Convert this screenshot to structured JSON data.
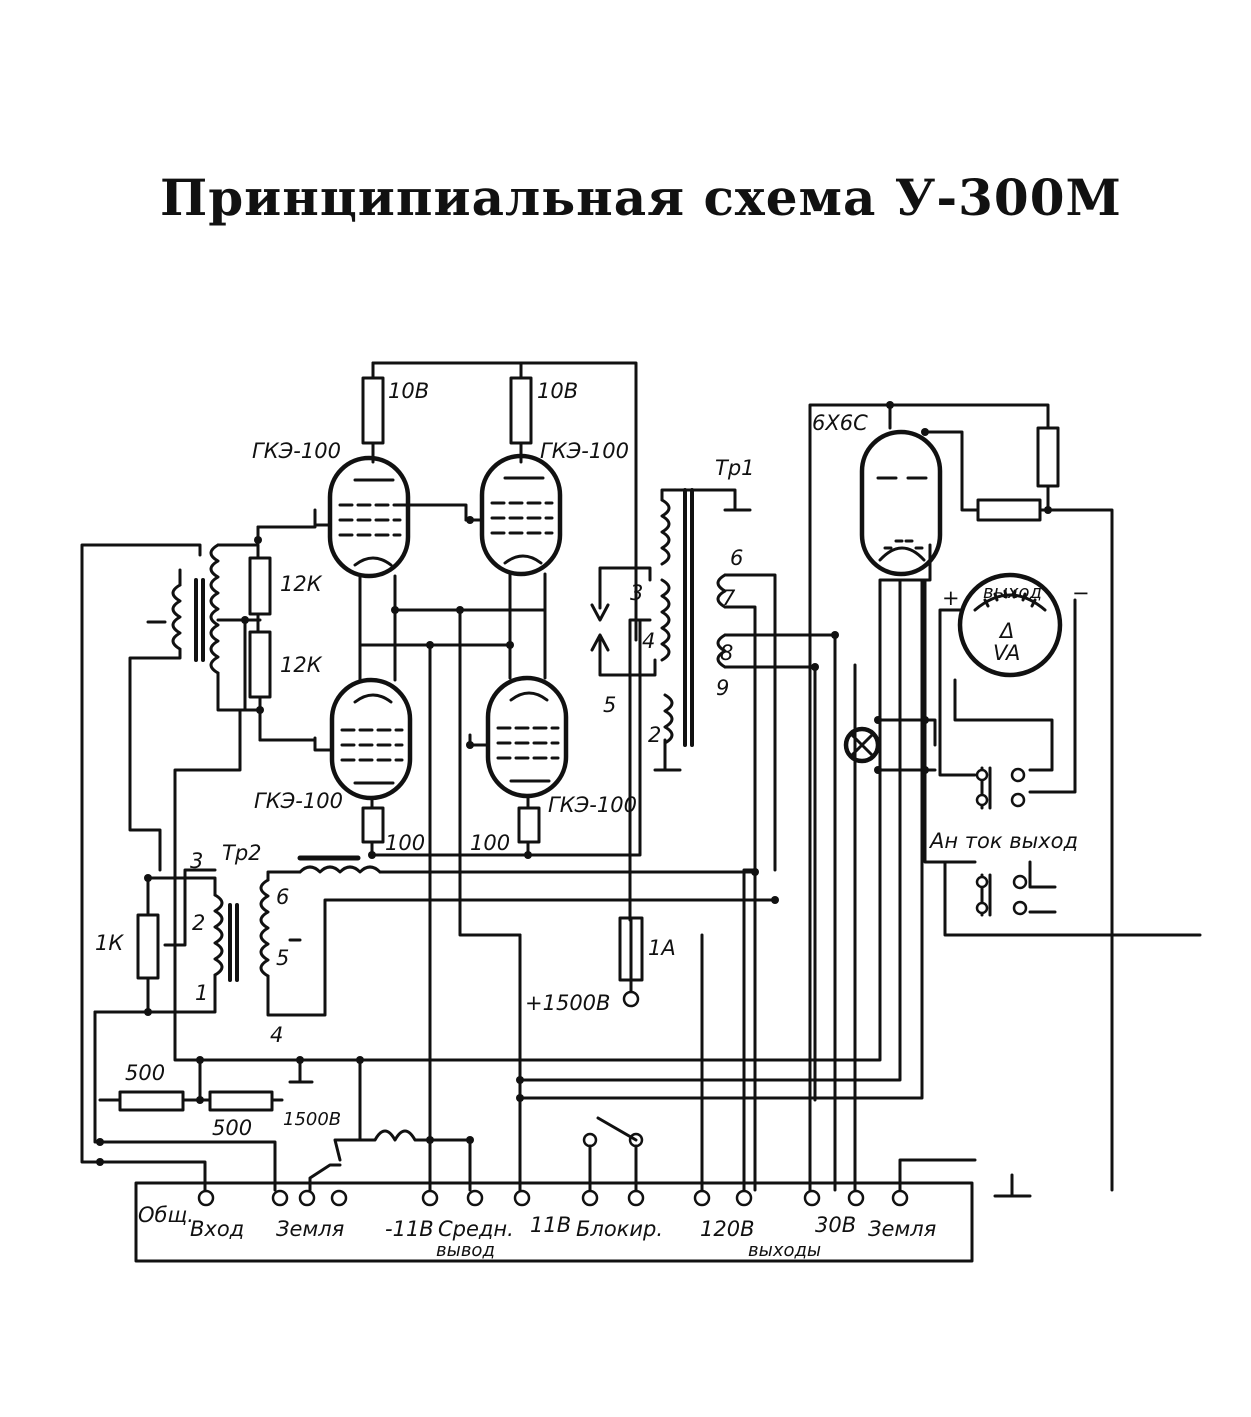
{
  "title": "Принципиальная схема У-300М",
  "tubes": {
    "top_left": "ГКЭ-100",
    "top_right": "ГКЭ-100",
    "bottom_left": "ГКЭ-100",
    "bottom_right": "ГКЭ-100",
    "rectifier": "6Х6С"
  },
  "resistors": {
    "r_top_left": "10В",
    "r_top_right": "10В",
    "r_grid_upper": "12К",
    "r_grid_lower": "12К",
    "r_cath_left": "100",
    "r_cath_right": "100",
    "r_input": "1К",
    "r_div_a": "500",
    "r_div_b": "500"
  },
  "transformers": {
    "tr1": "Тр1",
    "tr1_pins": [
      "3",
      "4",
      "5",
      "2",
      "6",
      "7",
      "8",
      "9"
    ],
    "tr2": "Тр2",
    "tr2_pins": [
      "3",
      "2",
      "1",
      "6",
      "5",
      "4"
    ]
  },
  "misc": {
    "fuse": "1А",
    "hv_supply": "+1500В",
    "tap_1500": "1500В",
    "meter_top": "выход",
    "meter_sym": "Δ",
    "meter_unit": "VA",
    "meter_plus": "+",
    "meter_minus": "−",
    "switch_label": "Ан ток выход"
  },
  "terminals": {
    "obsch": "Общ.",
    "vhod": "Вход",
    "zemlya1": "Земля",
    "minus11": "-11В",
    "sredn": "Средн.",
    "vyvod": "вывод",
    "plus11": "11В",
    "blokir": "Блокир.",
    "v120": "120В",
    "vyhody": "выходы",
    "v30": "30В",
    "zemlya2": "Земля"
  }
}
